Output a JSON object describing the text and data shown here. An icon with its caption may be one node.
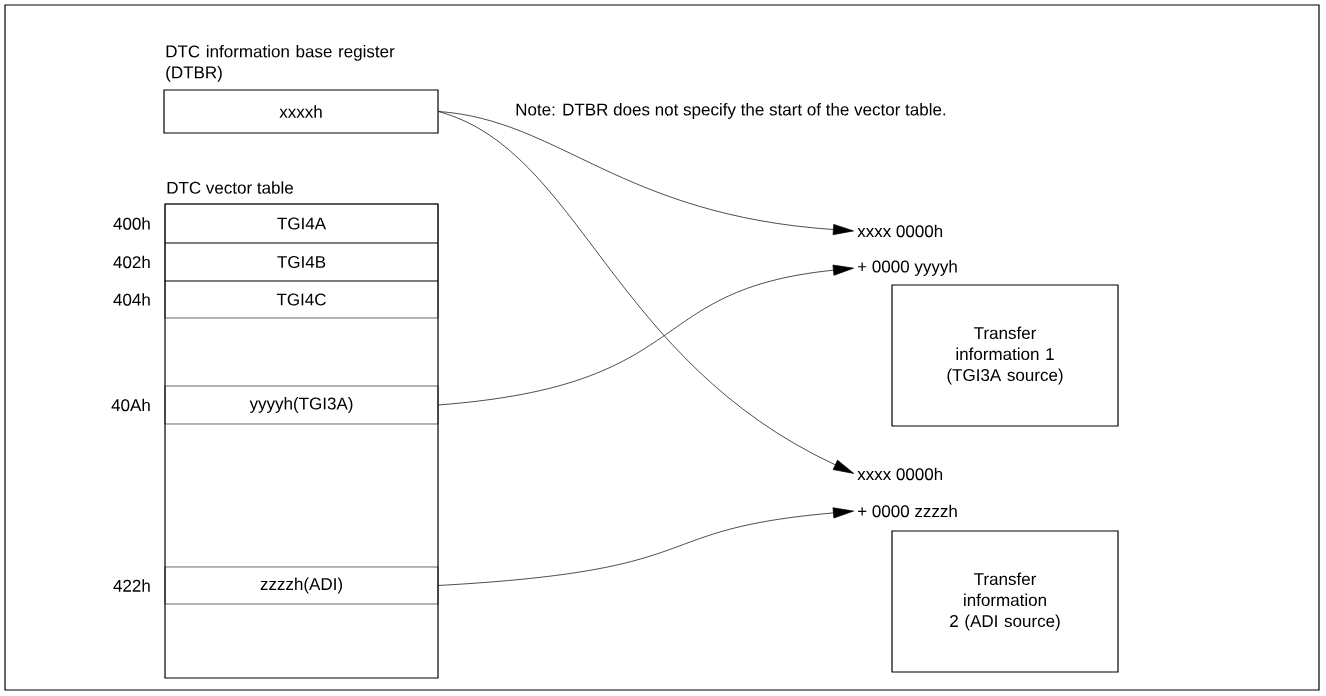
{
  "diagram": {
    "nodes": [
      {
        "text": [
          "DTC information base register (DTBR)",
          "xxxxh"
        ]
      },
      {
        "text": [
          "DTC vector table"
        ]
      },
      {
        "text": [
          "TGI4A"
        ],
        "in": 1,
        "beside": [
          "400h"
        ]
      },
      {
        "text": [
          "TGI4B"
        ],
        "in": 1,
        "beside": [
          "402h"
        ]
      },
      {
        "text": [
          "TGI4C"
        ],
        "in": 1,
        "beside": [
          "404h"
        ]
      },
      {
        "text": [
          "yyyyh(TGI3A)"
        ],
        "in": 1,
        "beside": [
          "40Ah"
        ]
      },
      {
        "text": [
          "zzzzh(ADI)"
        ],
        "in": 1,
        "beside": [
          "422h"
        ]
      },
      {
        "text": [
          "xxxx 0000h"
        ]
      },
      {
        "text": [
          "+ 0000 yyyyh"
        ]
      },
      {
        "text": [
          "Transfer information 1 (TGI3A source)"
        ]
      },
      {
        "text": [
          "xxxx 0000h"
        ]
      },
      {
        "text": [
          "+ 0000 zzzzh"
        ]
      },
      {
        "text": [
          "Transfer information 2 (ADI source)"
        ]
      }
    ],
    "edges": [
      {
        "from": 0,
        "to": 7,
        "arrow": "to"
      },
      {
        "from": 0,
        "to": 10,
        "arrow": "to"
      },
      {
        "from": 5,
        "to": 8,
        "arrow": "to"
      },
      {
        "from": 6,
        "to": 11,
        "arrow": "to"
      }
    ],
    "labels": [
      "Note: DTBR does not specify the start of the vector table."
    ]
  }
}
